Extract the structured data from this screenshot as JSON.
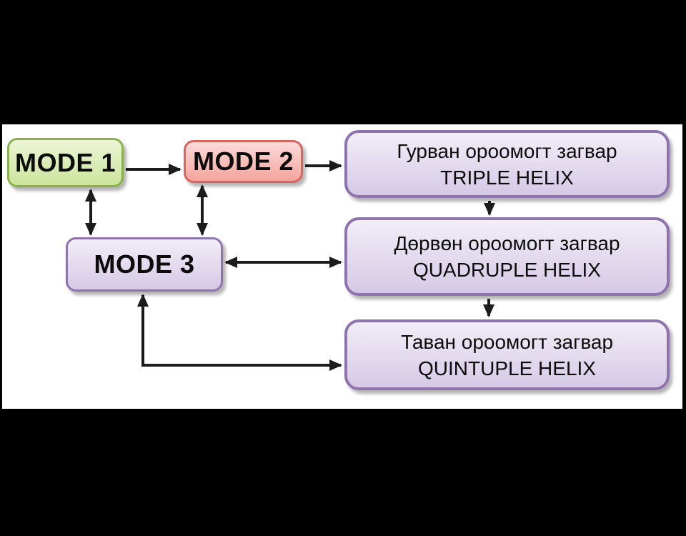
{
  "diagram": {
    "nodes": {
      "mode1": {
        "label": "MODE 1"
      },
      "mode2": {
        "label": "MODE 2"
      },
      "mode3": {
        "label": "MODE 3"
      },
      "triple": {
        "line1": "Гурван ороомогт загвар",
        "line2": "TRIPLE HELIX"
      },
      "quadruple": {
        "line1": "Дөрвөн ороомогт загвар",
        "line2": "QUADRUPLE HELIX"
      },
      "quintuple": {
        "line1": "Таван ороомогт загвар",
        "line2": "QUINTUPLE HELIX"
      }
    },
    "connections": [
      "MODE 1 -> MODE 2",
      "MODE 2 -> TRIPLE HELIX",
      "MODE 1 <-> MODE 3",
      "MODE 2 <-> MODE 3",
      "MODE 3 <-> QUADRUPLE HELIX",
      "TRIPLE HELIX -> QUADRUPLE HELIX",
      "QUADRUPLE HELIX -> QUINTUPLE HELIX",
      "MODE 3 <-> QUINTUPLE HELIX"
    ]
  },
  "colors": {
    "frame": "#000000",
    "canvas": "#ffffff",
    "green-top": "#ecf5d6",
    "green-bottom": "#cce49c",
    "green-border": "#8ab14c",
    "pink-top": "#fcdbd9",
    "pink-bottom": "#f5a49e",
    "pink-border": "#d76560",
    "purple-top": "#f2eef7",
    "purple-bottom": "#d6c9e6",
    "purple-border": "#8e74ae",
    "arrow": "#1c1c1c"
  }
}
